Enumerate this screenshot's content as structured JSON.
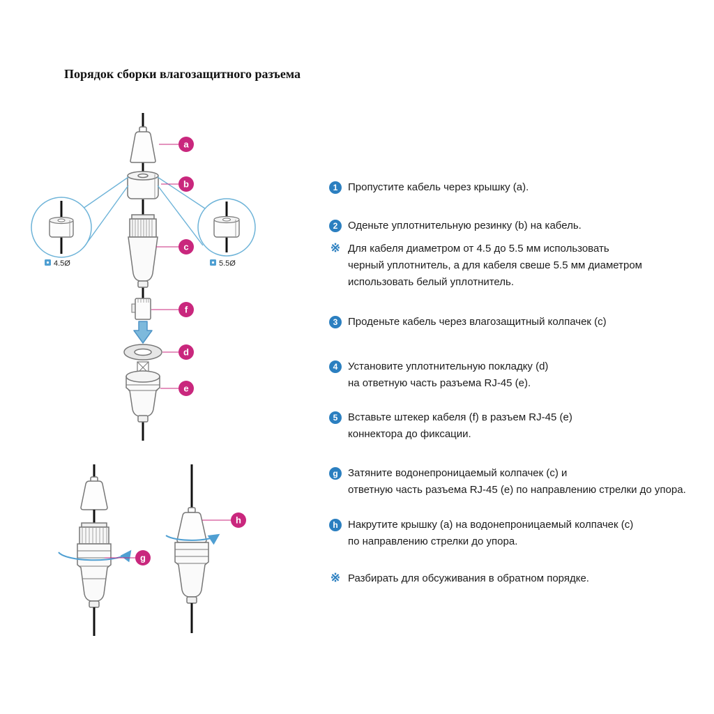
{
  "page": {
    "title": "Порядок сборки влагозащитного разъема"
  },
  "colors": {
    "badge_blue": "#2b7fc0",
    "diagram_blue": "#5ea8d4",
    "label_pink": "#c9277d"
  },
  "diagram": {
    "callouts": {
      "a": "a",
      "b": "b",
      "c": "c",
      "d": "d",
      "e": "e",
      "f": "f",
      "g": "g",
      "h": "h"
    },
    "inset_left_label": "4.5Ø",
    "inset_right_label": "5.5Ø"
  },
  "steps": [
    {
      "badge": "1",
      "text": "Пропустите кабель через крышку (a)."
    },
    {
      "badge": "2",
      "text": "Оденьте уплотнительную резинку (b) на кабель."
    },
    {
      "badge": "※",
      "text": "Для кабеля диаметром от 4.5 до 5.5 мм использовать\nчерный уплотнитель, а для кабеля свеше 5.5 мм диаметром\nиспользовать белый уплотнитель."
    },
    {
      "badge": "3",
      "text": "Проденьте кабель через влагозащитный колпачек (c)"
    },
    {
      "badge": "4",
      "text": "Установите уплотнительную покладку (d)\nна ответную часть разъема RJ-45 (e)."
    },
    {
      "badge": "5",
      "text": "Вставьте штекер кабеля (f) в разъем RJ-45 (e)\nконнектора до фиксации."
    },
    {
      "badge": "g",
      "text": "Затяните водонепроницаемый колпачек (c) и\nответную часть разъема RJ-45 (e) по направлению стрелки до упора."
    },
    {
      "badge": "h",
      "text": "Накрутите крышку (a) на водонепроницаемый колпачек (c)\nпо направлению стрелки до упора."
    },
    {
      "badge": "※",
      "text": "Разбирать для обсуживания в обратном порядке."
    }
  ]
}
